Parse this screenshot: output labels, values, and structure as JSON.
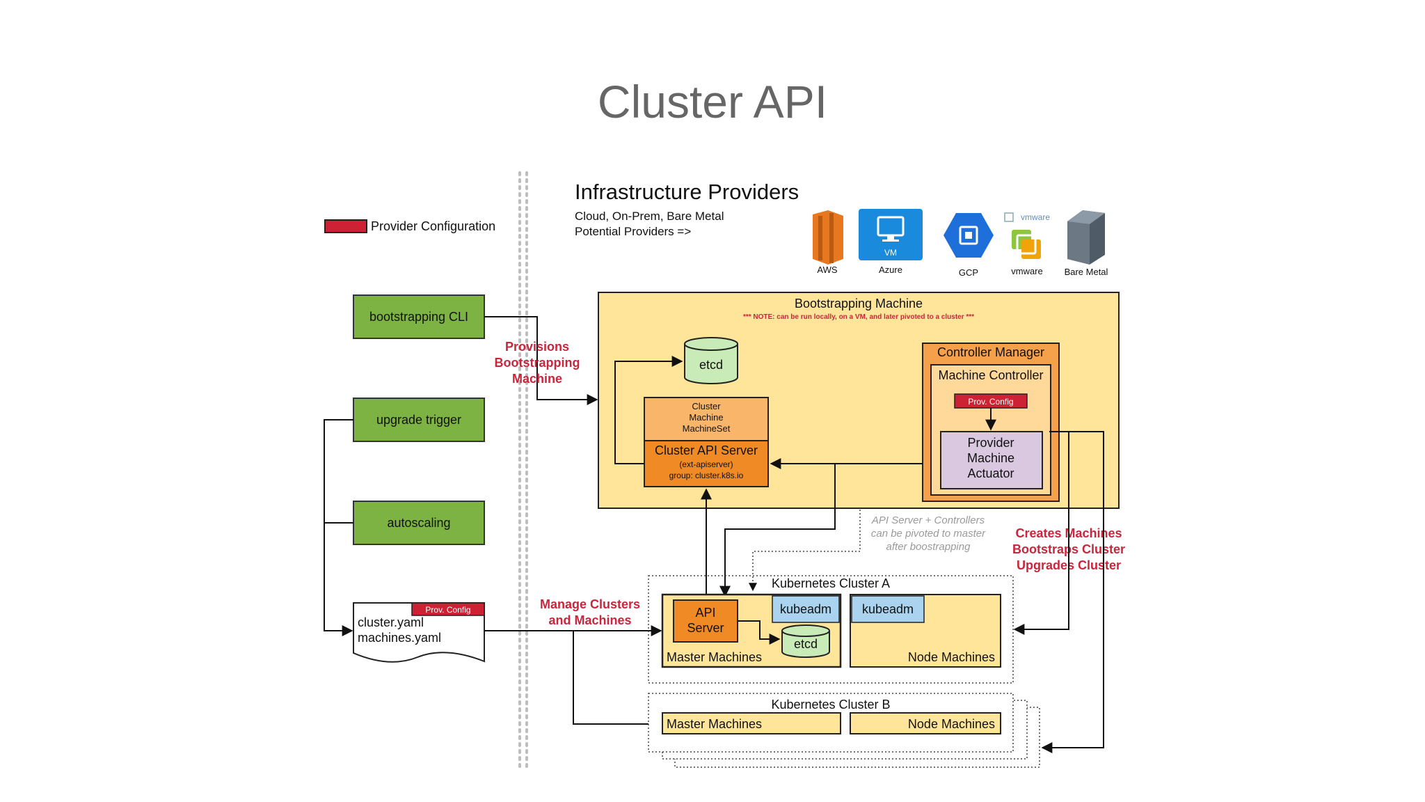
{
  "title": "Cluster API",
  "legend": {
    "label": "Provider Configuration",
    "color": "#cc2233"
  },
  "infra": {
    "heading": "Infrastructure Providers",
    "line1": "Cloud, On-Prem, Bare Metal",
    "line2": "Potential Providers =>",
    "providers": [
      {
        "label": "AWS",
        "icon": "aws-icon"
      },
      {
        "label": "Azure",
        "icon": "azure-vm-icon",
        "badge": "VM"
      },
      {
        "label": "GCP",
        "icon": "gcp-icon"
      },
      {
        "label": "vmware",
        "icon": "vmware-icon",
        "brand": "vmware"
      },
      {
        "label": "Bare Metal",
        "icon": "server-icon"
      }
    ]
  },
  "left": {
    "bootstrapping_cli": "bootstrapping CLI",
    "upgrade_trigger": "upgrade trigger",
    "autoscaling": "autoscaling",
    "doc_prov": "Prov. Config",
    "doc_line1": "cluster.yaml",
    "doc_line2": "machines.yaml"
  },
  "labels": {
    "provisions": [
      "Provisions",
      "Bootstrapping",
      "Machine"
    ],
    "manage": [
      "Manage Clusters",
      "and Machines"
    ],
    "creates": [
      "Creates Machines",
      "Bootstraps Cluster",
      "Upgrades Cluster"
    ],
    "pivot": [
      "API Server + Controllers",
      "can be pivoted to master",
      "after boostrapping"
    ]
  },
  "bootstrap": {
    "title": "Bootstrapping Machine",
    "note": "*** NOTE: can be run locally, on a VM, and later pivoted to a cluster ***",
    "etcd": "etcd",
    "resources": [
      "Cluster",
      "Machine",
      "MachineSet"
    ],
    "api_title": "Cluster API Server",
    "api_sub1": "(ext-apiserver)",
    "api_sub2": "group: cluster.k8s.io",
    "controller_manager": "Controller Manager",
    "machine_controller": "Machine Controller",
    "prov_config": "Prov. Config",
    "actuator": [
      "Provider",
      "Machine",
      "Actuator"
    ]
  },
  "cluster_a": {
    "title": "Kubernetes Cluster A",
    "api_server": [
      "API",
      "Server"
    ],
    "kubeadm_master": "kubeadm",
    "etcd": "etcd",
    "master": "Master Machines",
    "kubeadm_node": "kubeadm",
    "node": "Node Machines"
  },
  "cluster_b": {
    "title": "Kubernetes Cluster B",
    "master": "Master Machines",
    "node": "Node Machines"
  },
  "colors": {
    "green": "#7cb342",
    "yellow": "#ffe599",
    "orange": "#f5a04a",
    "orange_dark": "#f07e1e",
    "red": "#cc2233",
    "purple": "#d9c8e0",
    "etcd_green": "#c9ebb7",
    "kubeadm_blue": "#a9d3ef"
  }
}
